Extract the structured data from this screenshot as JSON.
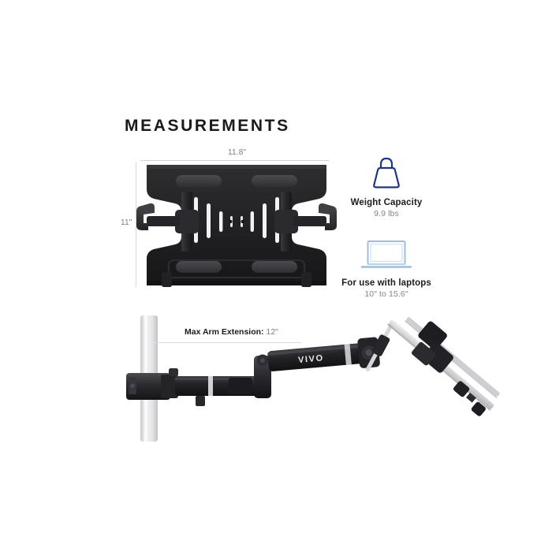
{
  "page": {
    "background_color": "#ffffff",
    "heading": "MEASUREMENTS"
  },
  "tray_dimensions": {
    "width_label": "11.8\"",
    "height_label": "11\""
  },
  "features": [
    {
      "icon": "weight-icon",
      "icon_color": "#22367f",
      "title": "Weight Capacity",
      "value": "9.9 lbs"
    },
    {
      "icon": "laptop-icon",
      "icon_color": "#9fbdd8",
      "title": "For use with laptops",
      "value": "10\" to 15.6\""
    }
  ],
  "arm": {
    "label": "Max Arm Extension:",
    "value": "12\"",
    "brand": "VIVO"
  },
  "colors": {
    "title_text": "#1a1a1a",
    "dimension_text": "#7c7c80",
    "dimension_line": "#d6d6d9",
    "product_black": "#232326",
    "pole_gray": "#e3e3e5"
  }
}
